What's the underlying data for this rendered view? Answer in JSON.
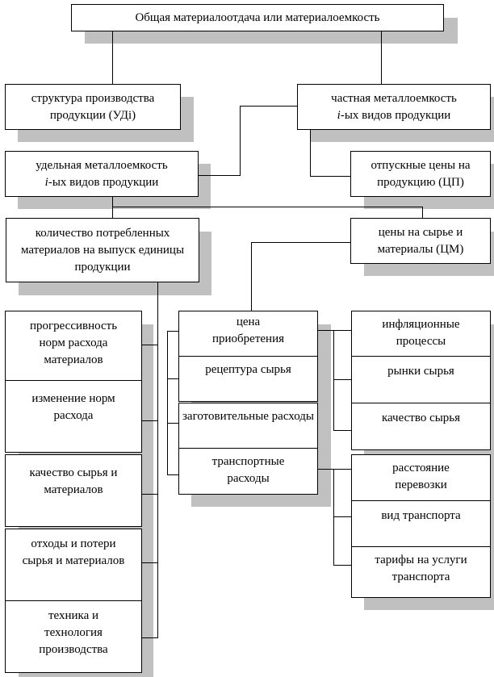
{
  "title": "Общая материалоотдача или материалоемкость",
  "level1": {
    "structure": "структура производства продукции (УДi)",
    "partial": {
      "prefix": "частная металлоемкость",
      "i": "i",
      "suffix": "-ых видов продукции"
    }
  },
  "level2": {
    "specific": {
      "prefix": "удельная металлоемкость",
      "i": "i",
      "suffix": "-ых видов продукции"
    },
    "selling_prices": "отпускные цены на продукцию (ЦП)"
  },
  "level3": {
    "quantity": "количество потребленных материалов на выпуск единицы продукции",
    "material_prices": "цены на сырье и материалы (ЦМ)"
  },
  "left_factors": [
    "прогрессивность норм расхода материалов",
    "изменение норм расхода",
    "качество сырья и материалов",
    "отходы и потери сырья и материалов",
    "техника и технология производства"
  ],
  "middle_factors": [
    "цена приобретения",
    "рецептура сырья",
    "заготовительные расходы",
    "транспортные расходы"
  ],
  "right_factors_purchase": [
    "инфляционные процессы",
    "рынки сырья",
    "качество сырья"
  ],
  "right_factors_transport": [
    "расстояние перевозки",
    "вид транспорта",
    "тарифы на услуги транспорта"
  ]
}
